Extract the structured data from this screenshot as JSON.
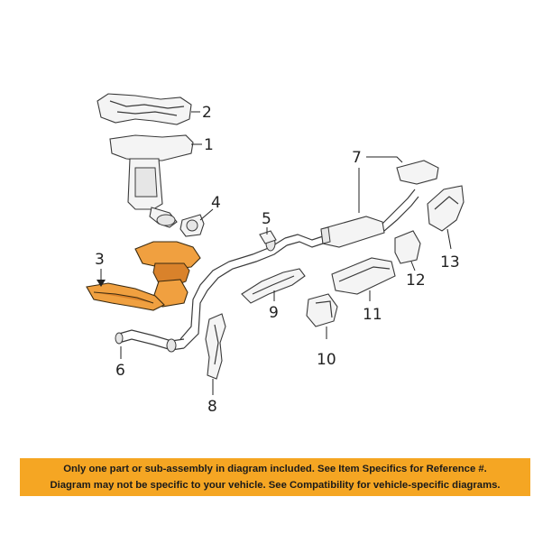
{
  "diagram": {
    "callouts": [
      "1",
      "2",
      "3",
      "4",
      "5",
      "6",
      "7",
      "8",
      "9",
      "10",
      "11",
      "12",
      "13"
    ]
  },
  "notice": {
    "line1": "Only one part or sub-assembly in diagram included. See Item Specifics for Reference #.",
    "line2": "Diagram may not be specific to your vehicle. See Compatibility for vehicle-specific diagrams."
  },
  "colors": {
    "highlight": "#f0a040",
    "banner": "#f5a623"
  }
}
